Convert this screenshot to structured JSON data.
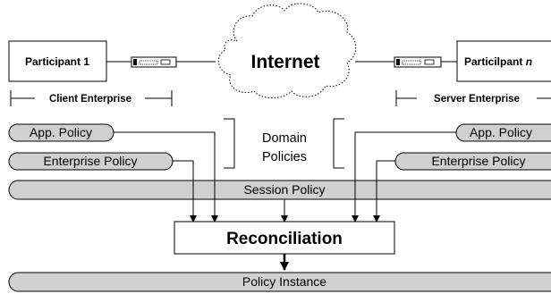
{
  "cloud_label": "Internet",
  "participants": {
    "left": "Participant 1",
    "right_prefix": "Particilpant ",
    "right_suffix": "n"
  },
  "enterprises": {
    "left": "Client Enterprise",
    "right": "Server Enterprise"
  },
  "domain_policies": {
    "line1": "Domain",
    "line2": "Policies"
  },
  "policies": {
    "left_app": "App. Policy",
    "left_enterprise": "Enterprise Policy",
    "right_app": "App. Policy",
    "right_enterprise": "Enterprise Policy",
    "session": "Session Policy"
  },
  "reconciliation": "Reconciliation",
  "policy_instance": "Policy Instance"
}
